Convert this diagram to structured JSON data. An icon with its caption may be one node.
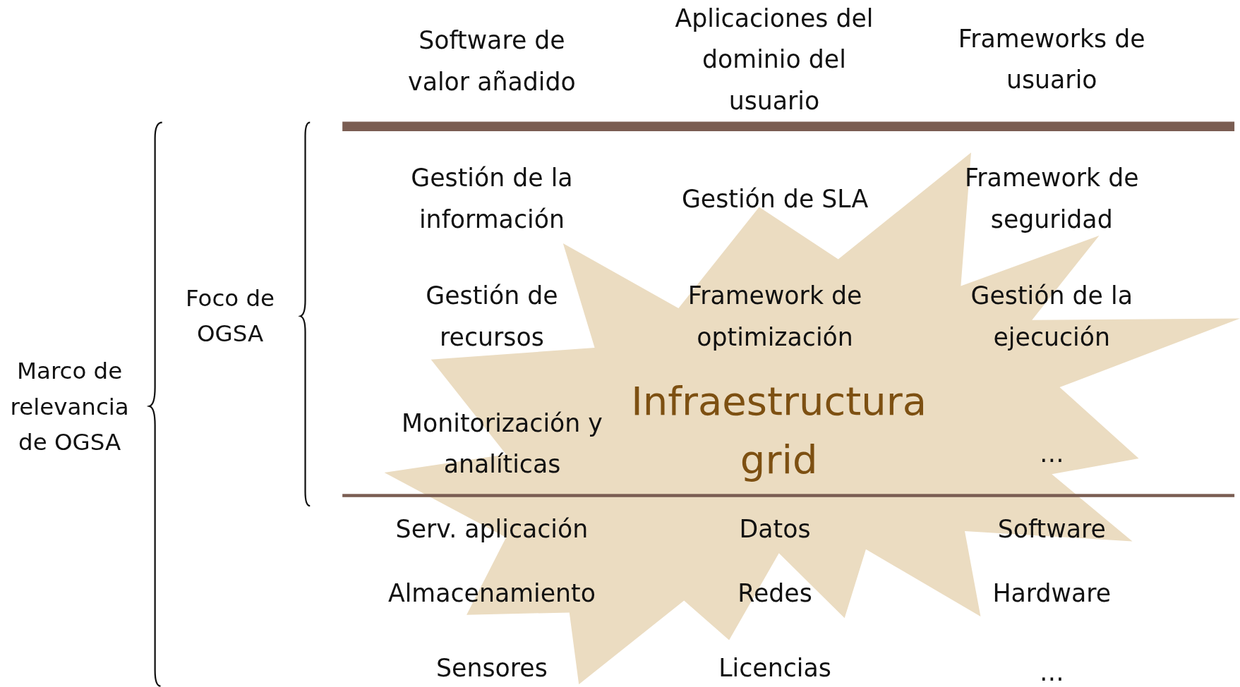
{
  "diagram": {
    "nodes": [
      {
        "text": [
          "Infraestructura grid"
        ]
      }
    ],
    "labels": [
      "Software de valor añadido",
      "Aplicaciones del dominio del usuario",
      "Frameworks de usuario",
      "Gestión de la información",
      "Gestión de SLA",
      "Framework de seguridad",
      "Gestión de recursos",
      "Framework de optimización",
      "Gestión de la ejecución",
      "Monitorización y analíticas",
      "…",
      "Serv. aplicación",
      "Datos",
      "Software",
      "Almacenamiento",
      "Redes",
      "Hardware",
      "Sensores",
      "Licencias",
      "…",
      "Foco de OGSA",
      "Marco de relevancia de OGSA"
    ]
  }
}
